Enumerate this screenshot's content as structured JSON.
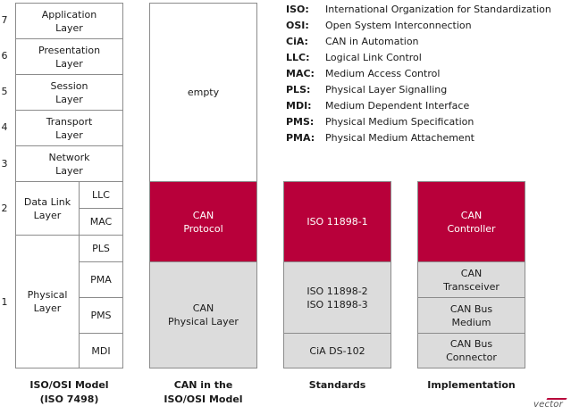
{
  "layer_numbers": [
    "7",
    "6",
    "5",
    "4",
    "3",
    "2",
    "1"
  ],
  "osi": {
    "application": "Application\nLayer",
    "presentation": "Presentation\nLayer",
    "session": "Session\nLayer",
    "transport": "Transport\nLayer",
    "network": "Network\nLayer",
    "data_link": "Data Link\nLayer",
    "llc": "LLC",
    "mac": "MAC",
    "physical": "Physical\nLayer",
    "pls": "PLS",
    "pma": "PMA",
    "pms": "PMS",
    "mdi": "MDI"
  },
  "can_model": {
    "empty": "empty",
    "protocol": "CAN\nProtocol",
    "physical": "CAN\nPhysical Layer"
  },
  "standards": {
    "iso_11898_1": "ISO 11898-1",
    "iso_11898_2_3": "ISO 11898-2\nISO 11898-3",
    "cia_ds_102": "CiA DS-102"
  },
  "implementation": {
    "controller": "CAN\nController",
    "transceiver": "CAN\nTransceiver",
    "bus_medium": "CAN Bus\nMedium",
    "bus_connector": "CAN Bus\nConnector"
  },
  "captions": {
    "osi_model": "ISO/OSI Model\n(ISO 7498)",
    "can_in_osi": "CAN in the\nISO/OSI Model",
    "standards": "Standards",
    "implementation": "Implementation"
  },
  "legend": [
    {
      "abbr": "ISO:",
      "full": "International Organization for Standardization"
    },
    {
      "abbr": "OSI:",
      "full": "Open System Interconnection"
    },
    {
      "abbr": "CiA:",
      "full": "CAN in Automation"
    },
    {
      "abbr": "LLC:",
      "full": "Logical Link Control"
    },
    {
      "abbr": "MAC:",
      "full": "Medium Access Control"
    },
    {
      "abbr": "PLS:",
      "full": "Physical Layer Signalling"
    },
    {
      "abbr": "MDI:",
      "full": "Medium Dependent Interface"
    },
    {
      "abbr": "PMS:",
      "full": "Physical Medium Specification"
    },
    {
      "abbr": "PMA:",
      "full": "Physical Medium Attachement"
    }
  ],
  "logo": "vector",
  "colors": {
    "accent": "#b8003a",
    "grey_fill": "#dcdcdc",
    "border": "#8c8c8c"
  }
}
